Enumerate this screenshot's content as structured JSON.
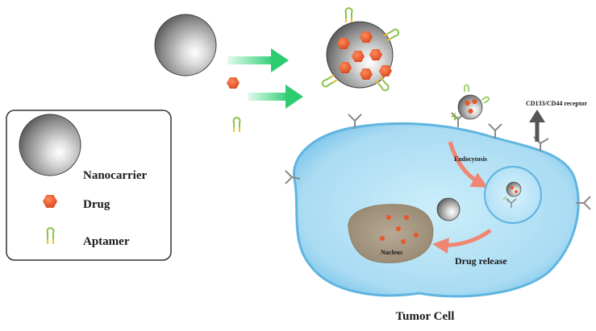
{
  "legend": {
    "nanocarrier_label": "Nanocarrier",
    "drug_label": "Drug",
    "aptamer_label": "Aptamer"
  },
  "labels": {
    "receptor": "CD133/CD44 receptor",
    "endocytosis": "Endocytosis",
    "nucleus": "Nucleus",
    "drug_release": "Drug release",
    "tumor_cell": "Tumor Cell"
  },
  "colors": {
    "arrow_green": "#34d77f",
    "drug_orange": "#e8582a",
    "aptamer_green": "#8bc34a",
    "aptamer_yellow": "#f2c12e",
    "cell_fill": "#a9dbf2",
    "cell_edge": "#5fb5e0",
    "nucleus_fill": "#a89b82",
    "release_arrow": "#f08672",
    "receptor_arrow": "#555555"
  }
}
